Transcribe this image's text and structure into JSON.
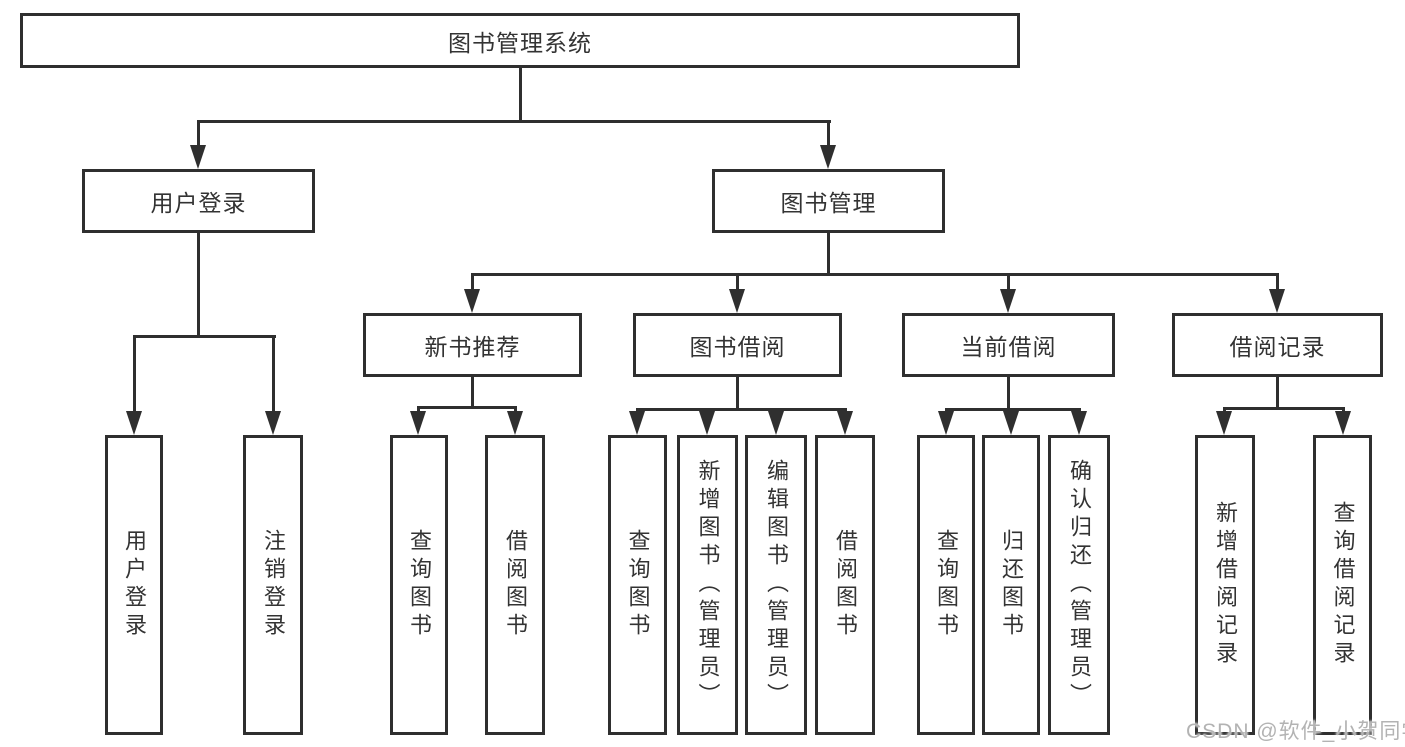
{
  "tree": {
    "root": "图书管理系统",
    "branches": [
      {
        "label": "用户登录",
        "leaves": [
          "用户登录",
          "注销登录"
        ]
      },
      {
        "label": "图书管理",
        "groups": [
          {
            "label": "新书推荐",
            "leaves": [
              "查询图书",
              "借阅图书"
            ]
          },
          {
            "label": "图书借阅",
            "leaves": [
              "查询图书",
              "新增图书（管理员）",
              "编辑图书（管理员）",
              "借阅图书"
            ]
          },
          {
            "label": "当前借阅",
            "leaves": [
              "查询图书",
              "归还图书",
              "确认归还（管理员）"
            ]
          },
          {
            "label": "借阅记录",
            "leaves": [
              "新增借阅记录",
              "查询借阅记录"
            ]
          }
        ]
      }
    ]
  },
  "watermark": {
    "text": "CSDN @软件_小贺同学"
  },
  "colors": {
    "line": "#2f2f2f",
    "text": "#333333",
    "background": "#ffffff",
    "watermark": "#b3b3b3"
  }
}
